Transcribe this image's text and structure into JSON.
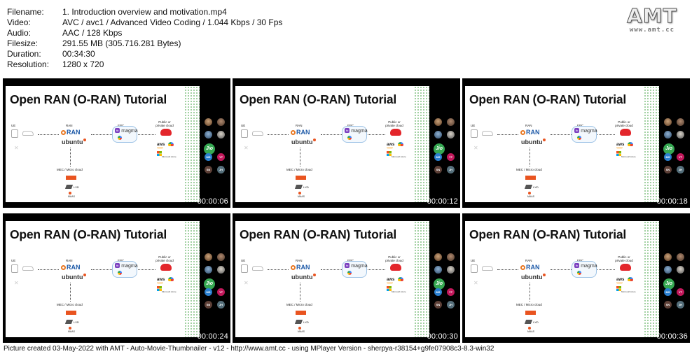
{
  "meta": [
    {
      "label": "Filename:",
      "value": "1. Introduction overview and motivation.mp4"
    },
    {
      "label": "Video:",
      "value": "AVC / avc1 / Advanced Video Coding / 1.044 Kbps / 30 Fps"
    },
    {
      "label": "Audio:",
      "value": "AAC / 128 Kbps"
    },
    {
      "label": "Filesize:",
      "value": "291.55 MB (305.716.281 Bytes)"
    },
    {
      "label": "Duration:",
      "value": "00:34:30"
    },
    {
      "label": "Resolution:",
      "value": "1280 x 720"
    }
  ],
  "logo": {
    "main": "AMT",
    "url": "www.amt.cc"
  },
  "slide": {
    "title": "Open RAN (O-RAN) Tutorial",
    "ue": "UE",
    "ran": "RAN",
    "epc": "EPC",
    "cloud": "Public or private cloud",
    "oran": "RAN",
    "ubuntu": "ubuntu",
    "magma": "magma",
    "aws": "aws",
    "microsoft": "Microsoft Azure",
    "mec": "MEC / Micro cloud",
    "lxd": "LXD",
    "maas": "MAAS",
    "jio": "Jio"
  },
  "participants": [
    "MS",
    "YT",
    "SN",
    "JH"
  ],
  "thumbnails": [
    {
      "timestamp": "00:00:06"
    },
    {
      "timestamp": "00:00:12"
    },
    {
      "timestamp": "00:00:18"
    },
    {
      "timestamp": "00:00:24"
    },
    {
      "timestamp": "00:00:30"
    },
    {
      "timestamp": "00:00:36"
    }
  ],
  "footer": "Picture created 03-May-2022 with AMT - Auto-Movie-Thumbnailer - v12 - http://www.amt.cc - using MPlayer Version - sherpya-r38154+g9fe07908c3-8.3-win32"
}
